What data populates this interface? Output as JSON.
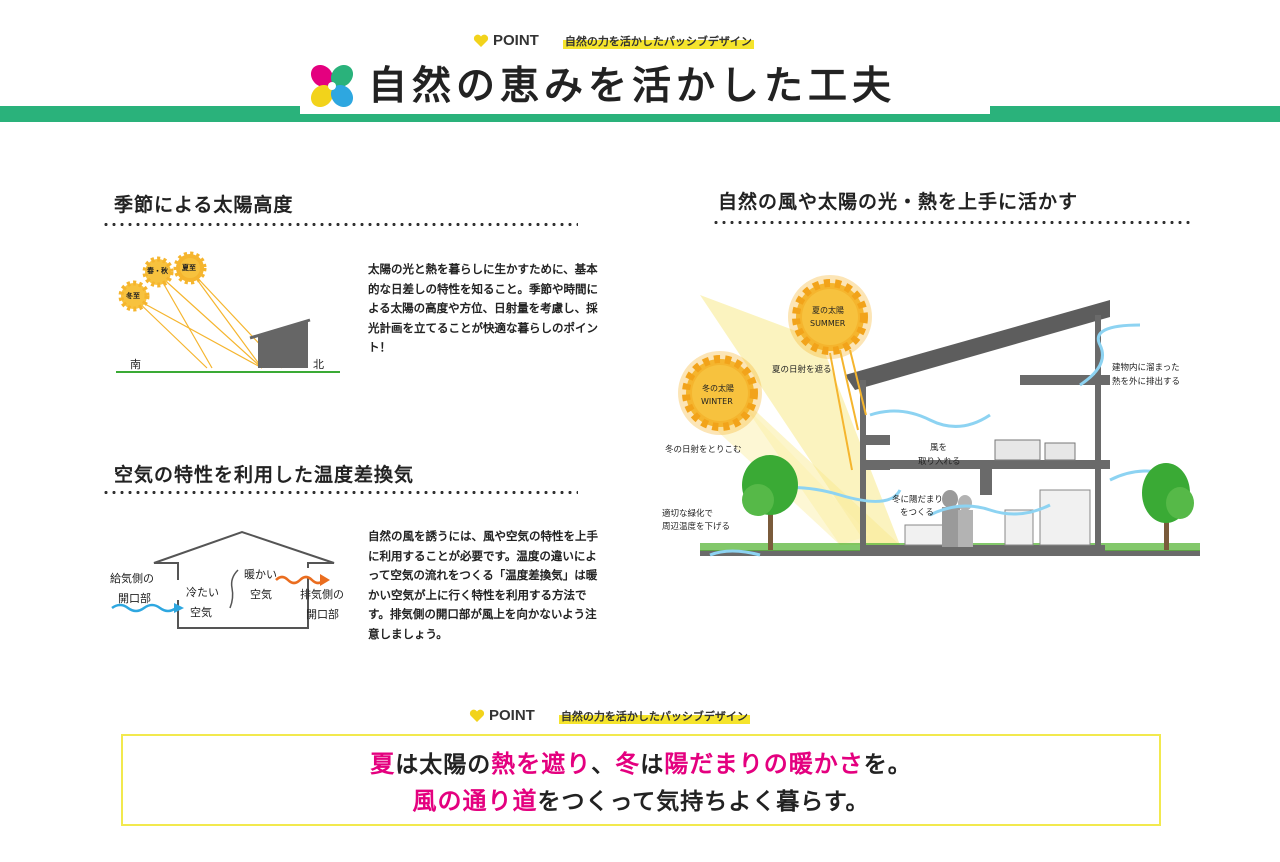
{
  "top_point": {
    "label": "POINT",
    "subtitle": "自然の力を活かしたパッシブデザイン"
  },
  "main_title": "自然の恵みを活かした工夫",
  "section1": {
    "heading": "季節による太陽高度",
    "paragraph": "太陽の光と熱を暮らしに生かすために、基本的な日差しの特性を知ること。季節や時間による太陽の高度や方位、日射量を考慮し、採光計画を立てることが快適な暮らしのポイント！",
    "diagram": {
      "sun_summer": "夏至",
      "sun_spring_autumn": "春・秋",
      "sun_winter": "冬至",
      "south": "南",
      "north": "北"
    }
  },
  "section2": {
    "heading": "空気の特性を利用した温度差換気",
    "paragraph": "自然の風を誘うには、風や空気の特性を上手に利用することが必要です。温度の違いによって空気の流れをつくる「温度差換気」は暖かい空気が上に行く特性を利用する方法です。排気側の開口部が風上を向かないよう注意しましょう。",
    "diagram": {
      "intake_line1": "給気側の",
      "intake_line2": "開口部",
      "cold_line1": "冷たい",
      "cold_line2": "空気",
      "warm_line1": "暖かい",
      "warm_line2": "空気",
      "exhaust_line1": "排気側の",
      "exhaust_line2": "開口部"
    }
  },
  "section3": {
    "heading": "自然の風や太陽の光・熱を上手に活かす",
    "summer_sun_line1": "夏の太陽",
    "summer_sun_line2": "SUMMER",
    "winter_sun_line1": "冬の太陽",
    "winter_sun_line2": "WINTER",
    "label_block_summer": "夏の日射を遮る",
    "label_winter_in": "冬の日射をとりこむ",
    "label_greenery_line1": "適切な緑化で",
    "label_greenery_line2": "周辺温度を下げる",
    "label_wind_line1": "風を",
    "label_wind_line2": "取り入れる",
    "label_sunspot_line1": "冬に陽だまり",
    "label_sunspot_line2": "をつくる",
    "label_heat_out_line1": "建物内に溜まった",
    "label_heat_out_line2": "熱を外に排出する"
  },
  "bottom_point": {
    "label": "POINT",
    "subtitle": "自然の力を活かしたパッシブデザイン"
  },
  "bottom_message": {
    "l1_a": "夏",
    "l1_b": "は太陽の",
    "l1_c": "熱を遮り",
    "l1_d": "、",
    "l1_e": "冬",
    "l1_f": "は",
    "l1_g": "陽だまりの暖かさ",
    "l1_h": "を。",
    "l2_a": "風の通り道",
    "l2_b": "をつくって気持ちよく暮らす。"
  },
  "colors": {
    "band": "#2ab27b",
    "highlight": "#f5e42c",
    "accent_pink": "#e4007f",
    "sun": "#f5b52e",
    "tree": "#3aaa35"
  }
}
